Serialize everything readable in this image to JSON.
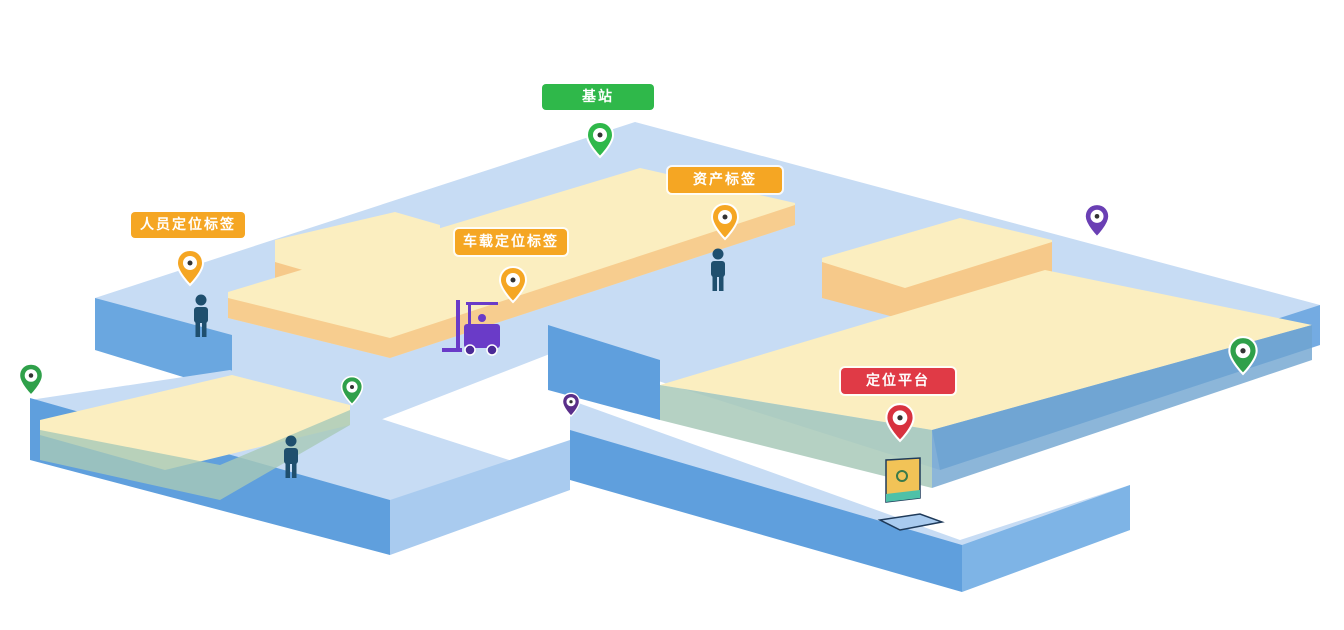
{
  "diagram": {
    "title": "",
    "colors": {
      "floor_top": "#c7dcf4",
      "floor_side": "#5f9fdd",
      "shelf_top": "#fbeec0",
      "shelf_side": "#f6c98a",
      "tag_green": "#2fb84a",
      "tag_orange": "#f5a623",
      "tag_red": "#e03a46",
      "pin_purple": "#6a3fb4",
      "person": "#1f4f6e",
      "forklift": "#6a3bc8"
    },
    "labels": {
      "base_station": "基站",
      "personnel_tag": "人员定位标签",
      "vehicle_tag": "车载定位标签",
      "asset_tag": "资产标签",
      "platform": "定位平台"
    },
    "legend_nodes": [
      {
        "label": "基站",
        "type": "base-station",
        "color": "green"
      },
      {
        "label": "人员定位标签",
        "type": "personnel-tag",
        "color": "orange"
      },
      {
        "label": "车载定位标签",
        "type": "vehicle-tag",
        "color": "orange"
      },
      {
        "label": "资产标签",
        "type": "asset-tag",
        "color": "orange"
      },
      {
        "label": "定位平台",
        "type": "platform",
        "color": "red"
      }
    ]
  }
}
